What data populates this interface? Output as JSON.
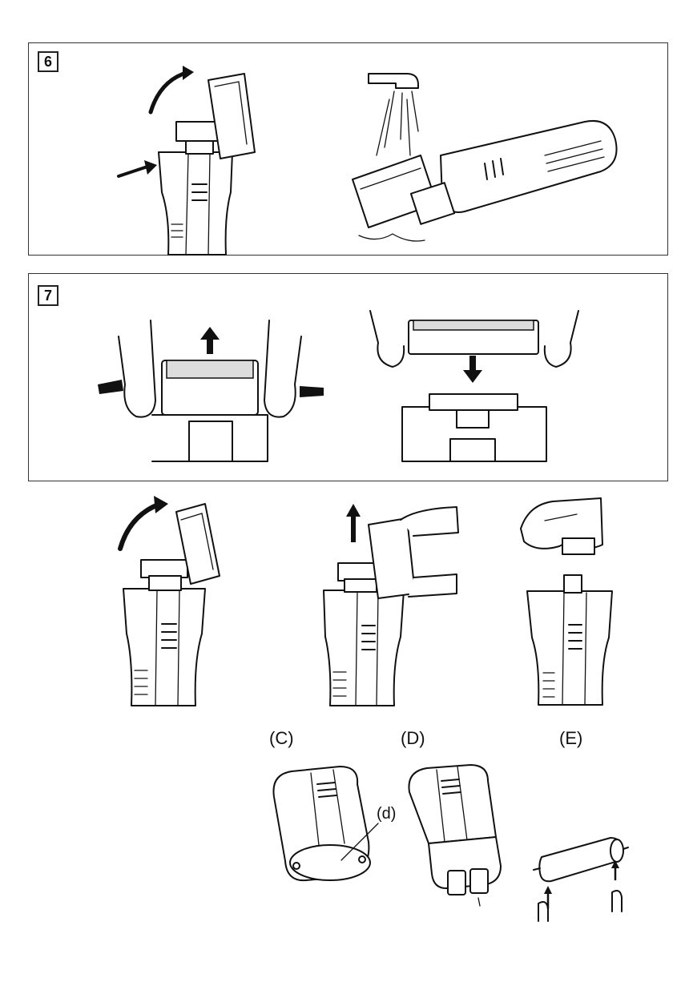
{
  "steps": [
    {
      "number": "6"
    },
    {
      "number": "7"
    }
  ],
  "figure_labels": {
    "c": "(C)",
    "d": "(D)",
    "e": "(E)",
    "callout_d": "(d)"
  }
}
